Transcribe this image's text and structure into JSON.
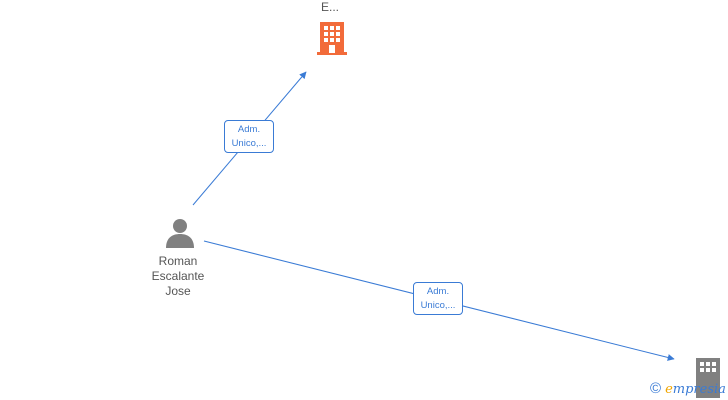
{
  "nodes": {
    "company_top": {
      "label": "E...",
      "icon": "building-icon",
      "color": "#f26b3a"
    },
    "person": {
      "label_lines": [
        "Roman",
        "Escalante",
        "Jose"
      ],
      "icon": "person-icon",
      "color": "#808080"
    },
    "company_bottom": {
      "icon": "building-icon",
      "color": "#808080"
    }
  },
  "edges": [
    {
      "from": "person",
      "to": "company_top",
      "label_lines": [
        "Adm.",
        "Unico,..."
      ]
    },
    {
      "from": "person",
      "to": "company_bottom",
      "label_lines": [
        "Adm.",
        "Unico,..."
      ]
    }
  ],
  "colors": {
    "edge": "#3a7bd5"
  },
  "watermark": {
    "symbol": "©",
    "brand_first": "e",
    "brand_rest": "mpresia"
  }
}
